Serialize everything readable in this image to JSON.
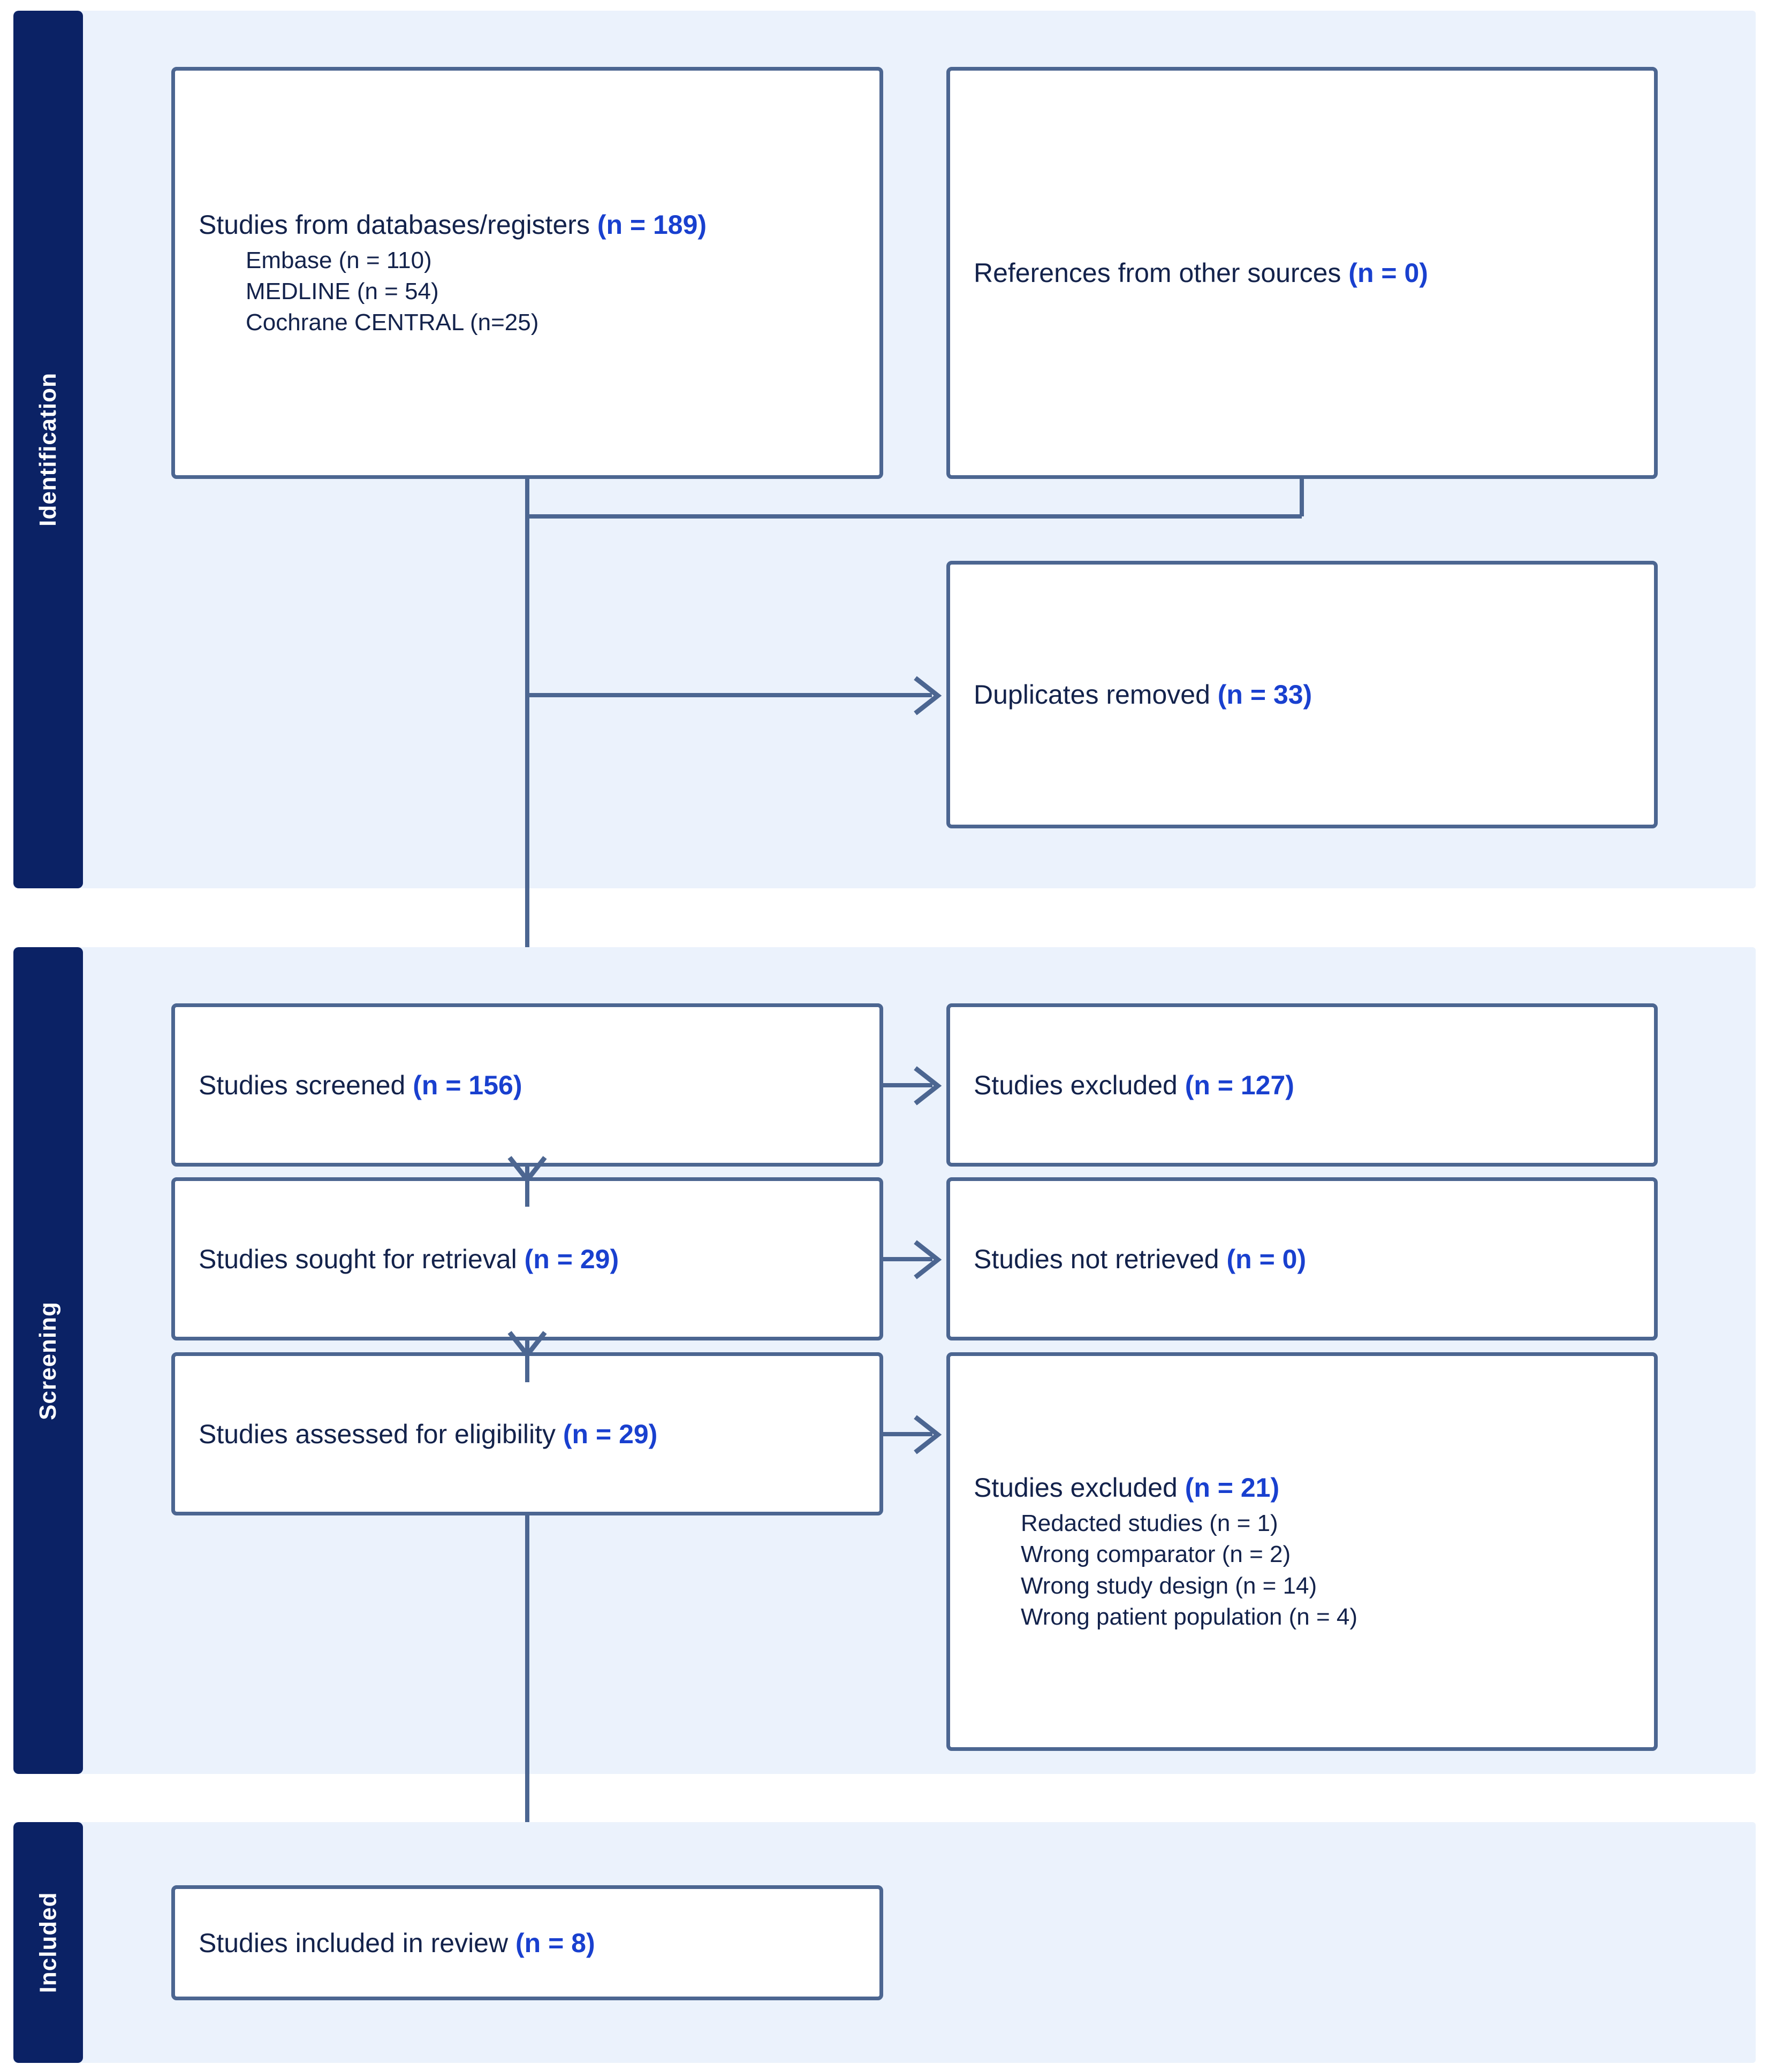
{
  "diagram": {
    "type": "prisma-flow-diagram",
    "colors": {
      "band_background": "#ebf2fc",
      "band_label_background": "#0b2265",
      "band_label_text": "#ffffff",
      "box_border": "#4c6691",
      "box_background": "#ffffff",
      "text": "#13224b",
      "count_accent": "#1940cf",
      "connector": "#4c6691"
    }
  },
  "phases": [
    {
      "key": "identification",
      "label": "Identification"
    },
    {
      "key": "screening",
      "label": "Screening"
    },
    {
      "key": "included",
      "label": "Included"
    }
  ],
  "boxes": {
    "databases": {
      "title": "Studies from databases/registers ",
      "count": "(n = 189)",
      "sub": [
        "Embase (n = 110)",
        "MEDLINE (n = 54)",
        "Cochrane CENTRAL (n=25)"
      ]
    },
    "other_sources": {
      "title": "References from other sources ",
      "count": "(n = 0)",
      "sub": []
    },
    "duplicates": {
      "title": "Duplicates removed ",
      "count": "(n = 33)",
      "sub": []
    },
    "screened": {
      "title": "Studies screened ",
      "count": "(n = 156)",
      "sub": []
    },
    "excluded_screening": {
      "title": "Studies excluded ",
      "count": "(n = 127)",
      "sub": []
    },
    "sought": {
      "title": "Studies sought for retrieval ",
      "count": "(n = 29)",
      "sub": []
    },
    "not_retrieved": {
      "title": "Studies not retrieved ",
      "count": "(n = 0)",
      "sub": []
    },
    "assessed": {
      "title": "Studies assessed for eligibility ",
      "count": "(n = 29)",
      "sub": []
    },
    "excluded_eligibility": {
      "title": "Studies excluded ",
      "count": "(n = 21)",
      "sub": [
        "Redacted studies (n = 1)",
        "Wrong comparator (n = 2)",
        "Wrong study design (n = 14)",
        "Wrong patient population (n = 4)"
      ]
    },
    "included_review": {
      "title": "Studies included in review ",
      "count": "(n = 8)",
      "sub": []
    }
  },
  "chart_data": {
    "type": "flow",
    "title": "PRISMA study selection flow",
    "nodes": [
      {
        "id": "databases",
        "phase": "Identification",
        "label": "Studies from databases/registers",
        "n": 189,
        "breakdown": [
          {
            "label": "Embase",
            "n": 110
          },
          {
            "label": "MEDLINE",
            "n": 54
          },
          {
            "label": "Cochrane CENTRAL",
            "n": 25
          }
        ]
      },
      {
        "id": "other_sources",
        "phase": "Identification",
        "label": "References from other sources",
        "n": 0
      },
      {
        "id": "duplicates",
        "phase": "Identification",
        "label": "Duplicates removed",
        "n": 33
      },
      {
        "id": "screened",
        "phase": "Screening",
        "label": "Studies screened",
        "n": 156
      },
      {
        "id": "excluded_screening",
        "phase": "Screening",
        "label": "Studies excluded",
        "n": 127
      },
      {
        "id": "sought",
        "phase": "Screening",
        "label": "Studies sought for retrieval",
        "n": 29
      },
      {
        "id": "not_retrieved",
        "phase": "Screening",
        "label": "Studies not retrieved",
        "n": 0
      },
      {
        "id": "assessed",
        "phase": "Screening",
        "label": "Studies assessed for eligibility",
        "n": 29
      },
      {
        "id": "excluded_eligibility",
        "phase": "Screening",
        "label": "Studies excluded",
        "n": 21,
        "breakdown": [
          {
            "label": "Redacted studies",
            "n": 1
          },
          {
            "label": "Wrong comparator",
            "n": 2
          },
          {
            "label": "Wrong study design",
            "n": 14
          },
          {
            "label": "Wrong patient population",
            "n": 4
          }
        ]
      },
      {
        "id": "included_review",
        "phase": "Included",
        "label": "Studies included in review",
        "n": 8
      }
    ],
    "edges": [
      {
        "from": "databases",
        "to": "duplicates"
      },
      {
        "from": "other_sources",
        "to": "duplicates"
      },
      {
        "from": "databases",
        "to": "screened"
      },
      {
        "from": "screened",
        "to": "excluded_screening"
      },
      {
        "from": "screened",
        "to": "sought"
      },
      {
        "from": "sought",
        "to": "not_retrieved"
      },
      {
        "from": "sought",
        "to": "assessed"
      },
      {
        "from": "assessed",
        "to": "excluded_eligibility"
      },
      {
        "from": "assessed",
        "to": "included_review"
      }
    ]
  }
}
